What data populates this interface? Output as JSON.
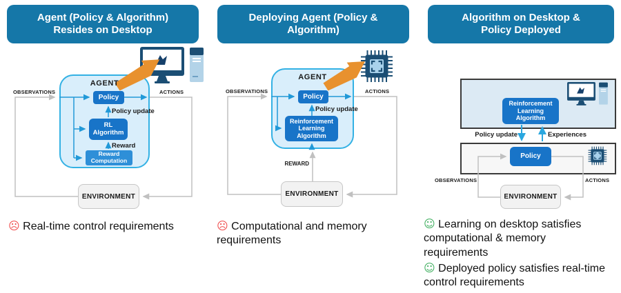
{
  "colors": {
    "header_bg": "#1577A8",
    "agent_fill": "#D9EEFB",
    "agent_border": "#33B1E4",
    "box_blue": "#1874C8",
    "box_blue_light": "#2E8FD8",
    "env_fill": "#F2F2F2",
    "gray_line": "#C0C0C0",
    "cyan_arrow": "#2199D8",
    "orange_arrow": "#E8912E",
    "icon_navy": "#1B4E74",
    "icon_light_blue": "#B3D3E8",
    "sad_red": "#F04A4A",
    "happy_green": "#3FAF5F"
  },
  "panel1": {
    "header": "Agent (Policy & Algorithm) Resides on Desktop",
    "agent": "AGENT",
    "observations": "OBSERVATIONS",
    "actions": "ACTIONS",
    "policy": "Policy",
    "policy_update": "Policy update",
    "rl_algorithm": "RL Algorithm",
    "reward": "Reward",
    "reward_computation": "Reward Computation",
    "environment": "ENVIRONMENT",
    "note_icon": "☹",
    "note": "Real-time control requirements"
  },
  "panel2": {
    "header": "Deploying Agent (Policy & Algorithm)",
    "agent": "AGENT",
    "observations": "OBSERVATIONS",
    "actions": "ACTIONS",
    "policy": "Policy",
    "policy_update": "Policy update",
    "rl_algorithm": "Reinforcement Learning Algorithm",
    "reward": "REWARD",
    "environment": "ENVIRONMENT",
    "note_icon": "☹",
    "note": "Computational and memory requirements"
  },
  "panel3": {
    "header": "Algorithm on Desktop & Policy Deployed",
    "rl_algorithm": "Reinforcement Learning Algorithm",
    "policy_update": "Policy update",
    "experiences": "Experiences",
    "policy": "Policy",
    "observations": "OBSERVATIONS",
    "actions": "ACTIONS",
    "environment": "ENVIRONMENT",
    "notes": [
      {
        "icon": "☺",
        "text": "Learning on desktop satisfies computational & memory requirements"
      },
      {
        "icon": "☺",
        "text": "Deployed policy satisfies real-time control requirements"
      }
    ]
  }
}
